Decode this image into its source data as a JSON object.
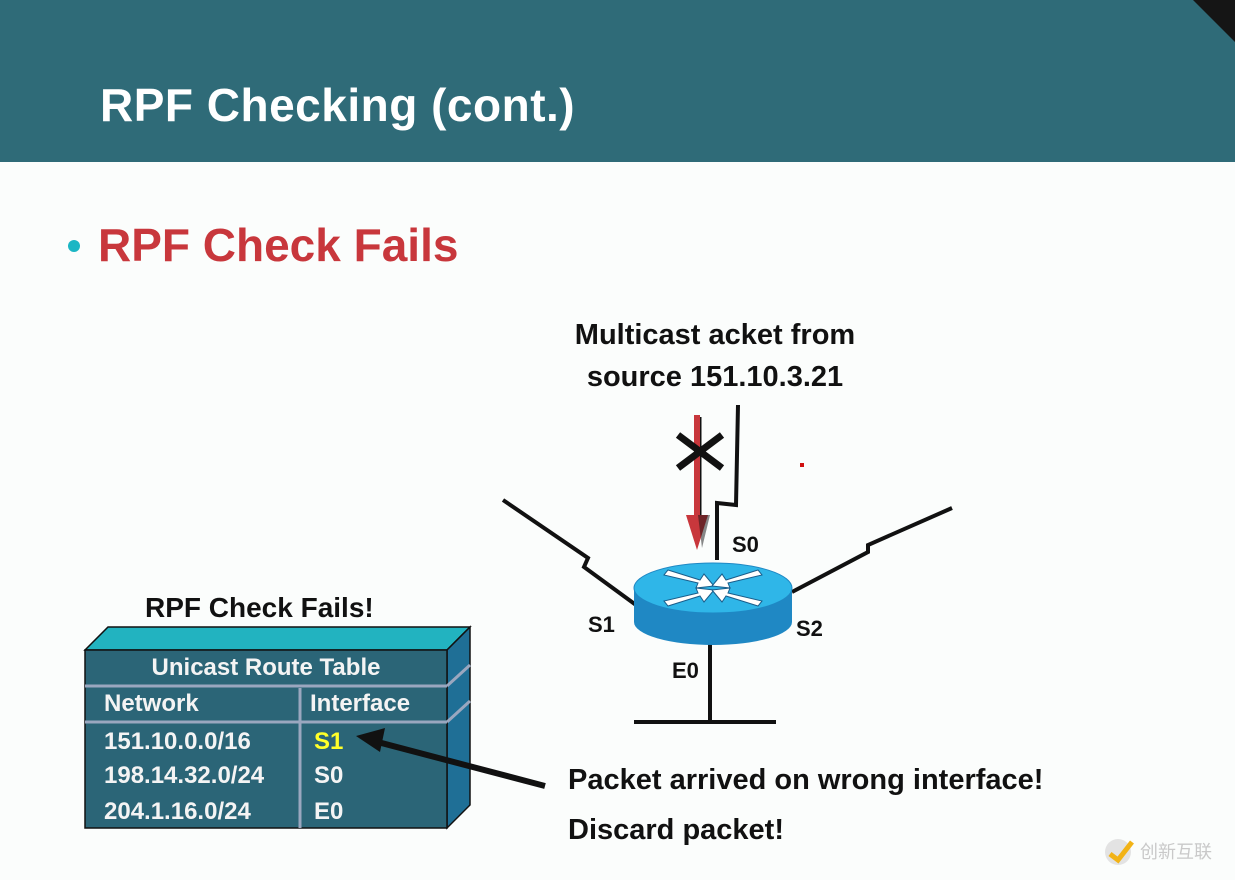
{
  "slide": {
    "title": "RPF Checking (cont.)",
    "bullet": "RPF Check Fails",
    "packet_label_line1": "Multicast acket from",
    "packet_label_line2": "source 151.10.3.21",
    "router_interfaces": {
      "s0": "S0",
      "s1": "S1",
      "s2": "S2",
      "e0": "E0"
    },
    "route_table": {
      "caption": "RPF Check Fails!",
      "title": "Unicast Route Table",
      "columns": [
        "Network",
        "Interface"
      ],
      "rows": [
        {
          "network": "151.10.0.0/16",
          "interface": "S1",
          "highlighted": true
        },
        {
          "network": "198.14.32.0/24",
          "interface": "S0",
          "highlighted": false
        },
        {
          "network": "204.1.16.0/24",
          "interface": "E0",
          "highlighted": false
        }
      ]
    },
    "message_line1": "Packet arrived on wrong interface!",
    "message_line2": "Discard packet!",
    "watermark": "创新互联",
    "colors": {
      "header_bg": "#2f6b78",
      "bullet_text": "#c8373c",
      "bullet_dot": "#1bb6c4",
      "table_bg": "#2b6577",
      "table_top": "#22b3c0",
      "highlight": "#ffff2a",
      "router_top": "#2fb6e8",
      "router_side": "#1f88c4",
      "packet_arrow": "#c8373c"
    }
  }
}
